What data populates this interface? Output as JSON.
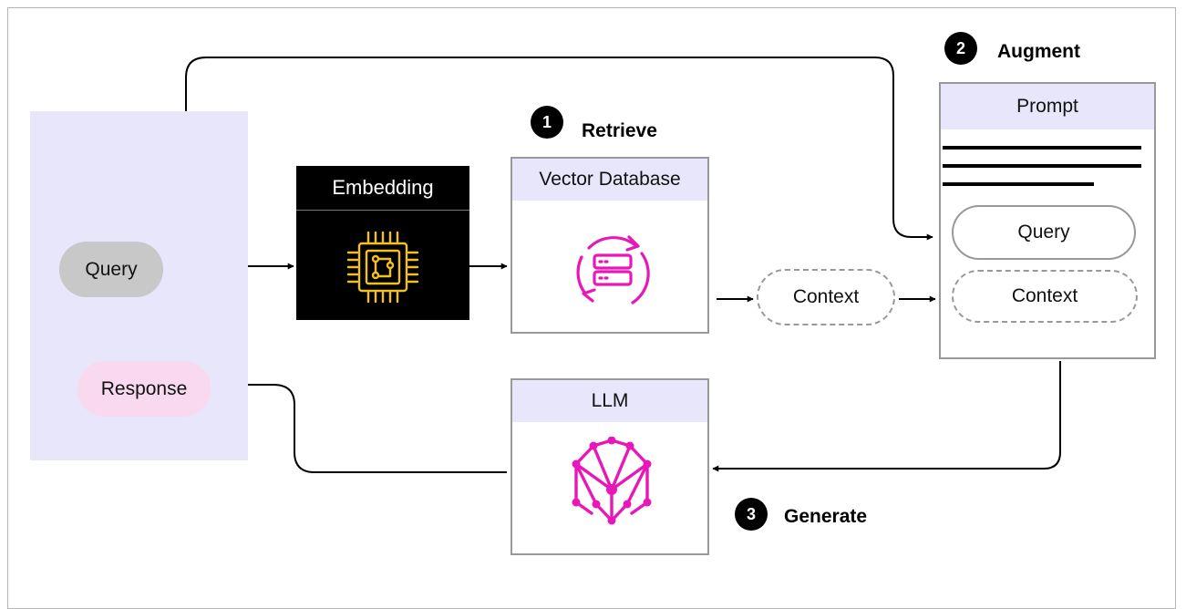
{
  "colors": {
    "user_panel": "#e7e6fb",
    "query_pill": "#c8c8c8",
    "response_pill": "#f9d9ef",
    "box_header": "#e7e6fb",
    "box_border": "#999999",
    "embedding_bg": "#000000",
    "chip_icon": "#f2c21b",
    "magenta_icon": "#e817b8",
    "arrow": "#000000"
  },
  "user": {
    "query_label": "Query",
    "response_label": "Response"
  },
  "embedding": {
    "title": "Embedding",
    "icon": "chip-icon"
  },
  "vector_db": {
    "title": "Vector Database",
    "icon": "database-sync-icon"
  },
  "context_pill": {
    "label": "Context"
  },
  "prompt": {
    "title": "Prompt",
    "query_label": "Query",
    "context_label": "Context",
    "text_lines_icon": "text-lines-icon"
  },
  "llm": {
    "title": "LLM",
    "icon": "network-icon"
  },
  "steps": [
    {
      "number": "1",
      "label": "Retrieve"
    },
    {
      "number": "2",
      "label": "Augment"
    },
    {
      "number": "3",
      "label": "Generate"
    }
  ]
}
